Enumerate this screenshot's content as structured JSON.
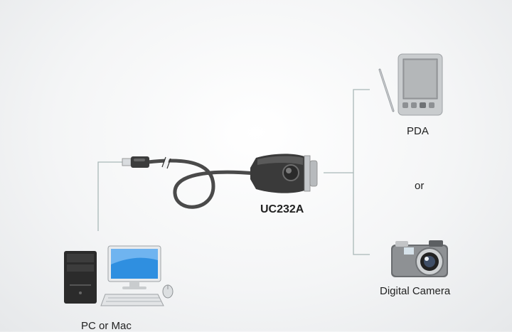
{
  "labels": {
    "pc": "PC or Mac",
    "pda": "PDA",
    "or": "or",
    "camera": "Digital Camera",
    "product": "UC232A"
  },
  "colors": {
    "connector_line": "#a9b8b8",
    "cable": "#4a4a4a",
    "adapter_body": "#3a3a3a",
    "monitor_screen": "#2f8fe0"
  }
}
